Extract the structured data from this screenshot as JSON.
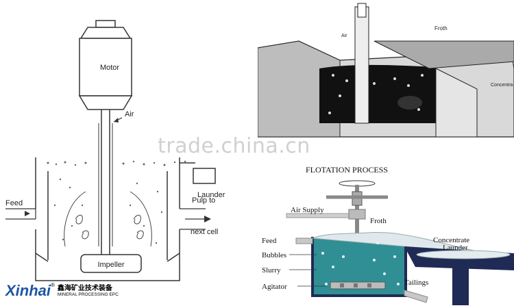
{
  "left_diagram": {
    "motor_label": "Motor",
    "air_label": "Air",
    "launder_label": "Launder",
    "feed_label": "Feed",
    "pulp_label_line1": "Pulp to",
    "pulp_label_line2": "next cell",
    "impeller_label": "Impeller"
  },
  "photo": {
    "air_label": "Air",
    "froth_label": "Froth",
    "concentrate_label": "Concentra"
  },
  "flotation": {
    "title": "FLOTATION PROCESS",
    "air_supply_label": "Air Supply",
    "froth_label": "Froth",
    "feed_label": "Feed",
    "bubbles_label": "Bubbles",
    "slurry_label": "Slurry",
    "agitator_label": "Agitator",
    "concentrate_label": "Concentrate",
    "launder_label": "Launder",
    "tailings_label": "Tailings",
    "colors": {
      "slurry": "#2f8f95",
      "tank": "#1f2a55"
    }
  },
  "watermark": "trade.china.cn",
  "logo": {
    "brand": "Xinhai",
    "registered": "®",
    "chinese": "鑫海矿业技术装备",
    "english": "MINERAL PROCESSING EPC"
  }
}
